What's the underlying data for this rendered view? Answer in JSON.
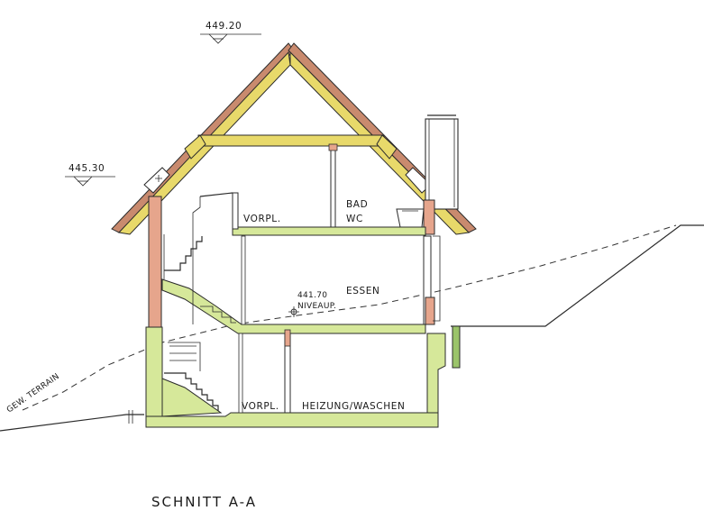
{
  "title": "SCHNITT  A-A",
  "elevations": {
    "ridge": "449.20",
    "eave": "445.30",
    "ground_floor": "441.70"
  },
  "labels": {
    "niveau": "NIVEAUP.",
    "terrain": "GEW. TERRAIN",
    "upper_hall": "VORPL.",
    "bath": "BAD",
    "wc": "WC",
    "dining": "ESSEN",
    "lower_hall": "VORPL.",
    "utility": "HEIZUNG/WASCHEN"
  },
  "colors": {
    "roof_timber": "#e8d96a",
    "roof_tiles": "#c98a6e",
    "concrete": "#d6e89a",
    "brick": "#e6a58c",
    "lines": "#2b2b2b"
  }
}
